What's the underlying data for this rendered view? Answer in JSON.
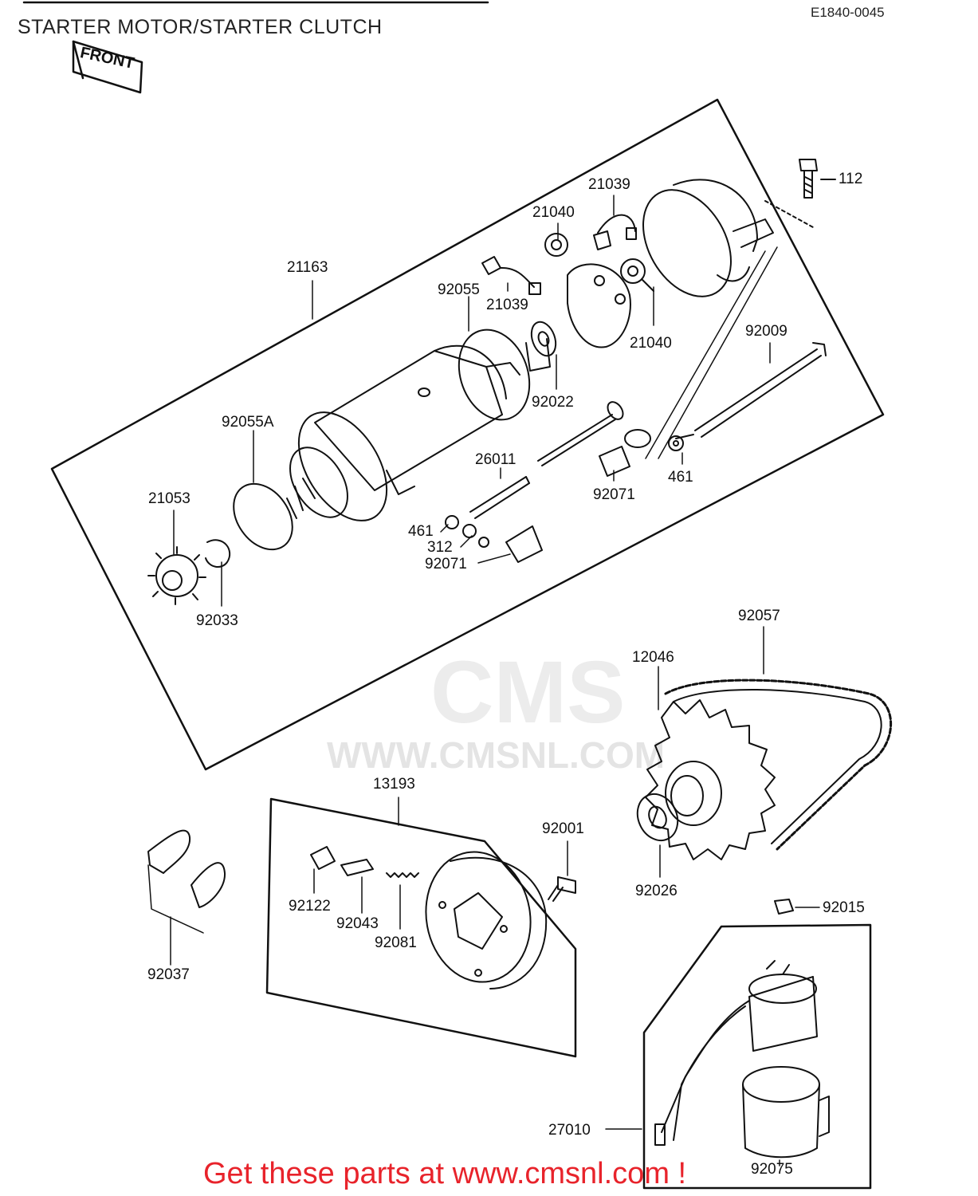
{
  "header": {
    "title": "STARTER MOTOR/STARTER CLUTCH",
    "drawing_code": "E1840-0045",
    "front_marker": "FRONT"
  },
  "watermark": {
    "logo_text": "CMS",
    "url_text": "WWW.CMSNL.COM"
  },
  "parts": {
    "p112": "112",
    "p21039a": "21039",
    "p21040a": "21040",
    "p21163": "21163",
    "p92055": "92055",
    "p21039b": "21039",
    "p21040b": "21040",
    "p92009": "92009",
    "p92022": "92022",
    "p92055a": "92055A",
    "p26011": "26011",
    "p21053": "21053",
    "p92071a": "92071",
    "p461a": "461",
    "p461b": "461",
    "p312": "312",
    "p92071b": "92071",
    "p92033": "92033",
    "p92057": "92057",
    "p12046": "12046",
    "p13193": "13193",
    "p92001": "92001",
    "p92026": "92026",
    "p92122": "92122",
    "p92043": "92043",
    "p92081": "92081",
    "p92037": "92037",
    "p92015": "92015",
    "p27010": "27010",
    "p92075": "92075"
  },
  "footer": {
    "cta": "Get these parts at www.cmsnl.com !"
  },
  "colors": {
    "line": "#111111",
    "footer_text": "#e8232b",
    "watermark": "#e4e4e4"
  }
}
